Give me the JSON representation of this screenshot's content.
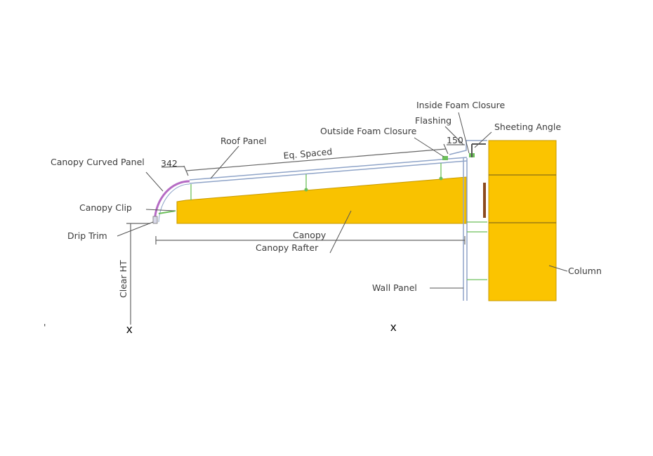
{
  "labels": {
    "inside_foam_closure": "Inside Foam Closure",
    "flashing": "Flashing",
    "outside_foam_closure": "Outside Foam Closure",
    "sheeting_angle": "Sheeting Angle",
    "roof_panel": "Roof Panel",
    "eq_spaced": "Eq. Spaced",
    "dim_150": "150",
    "canopy_curved_panel": "Canopy Curved Panel",
    "dim_342": "342",
    "canopy_clip": "Canopy Clip",
    "drip_trim": "Drip Trim",
    "canopy": "Canopy",
    "canopy_rafter": "Canopy Rafter",
    "column": "Column",
    "wall_panel": "Wall Panel",
    "clear_ht": "Clear HT"
  },
  "marks": {
    "left_x": "x",
    "right_x": "x",
    "corner_mark": "'"
  },
  "colors": {
    "rafter_fill": "#F9C200",
    "column_fill": "#FBC400",
    "panel_line": "#8FA4C8",
    "curved_panel": "#B56BC4",
    "support_green": "#6CBF5A",
    "bracket_brown": "#8B4A1E"
  }
}
